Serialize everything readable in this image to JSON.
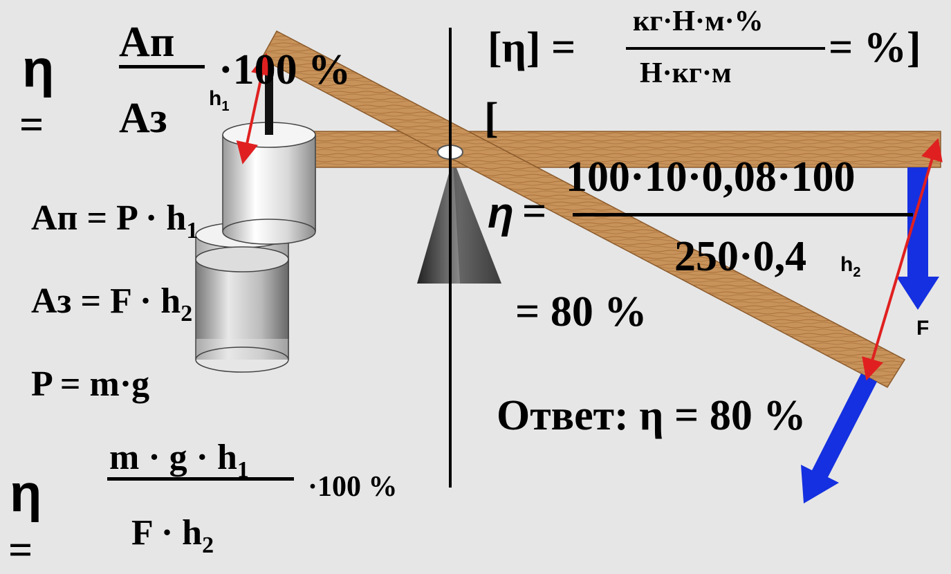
{
  "formula_top": {
    "eta": "η",
    "eq": "=",
    "numerator": "Ап",
    "denominator": "Аз",
    "times": "·100 %"
  },
  "diagram_labels": {
    "h1": "h",
    "h1_sub": "1",
    "h2": "h",
    "h2_sub": "2",
    "F": "F"
  },
  "work_defs": [
    {
      "lhs": "Ап = P · h",
      "sub": "1"
    },
    {
      "lhs": "Аз = F · h",
      "sub": "2"
    },
    {
      "lhs": "P = m·g",
      "sub": ""
    }
  ],
  "formula_bottom": {
    "eta": "η",
    "eq": "=",
    "numerator": "m · g · h",
    "numerator_sub": "1",
    "denominator": "F · h",
    "denominator_sub": "2",
    "times": "·100 %"
  },
  "units": {
    "lhs": "[η] =",
    "numerator": "кг·Н·м·%",
    "denominator": "Н·кг·м",
    "rhs": "= %]",
    "bracket": "["
  },
  "calc": {
    "eta": "η",
    "eq": "=",
    "numerator": "100·10·0,08·100",
    "denominator": "250·0,4",
    "result": "= 80 %"
  },
  "answer": "Ответ: η = 80 %",
  "colors": {
    "background": "#e6e6e6",
    "wood": "#c8935a",
    "arrow_red": "#e02020",
    "arrow_blue": "#1530e0"
  }
}
